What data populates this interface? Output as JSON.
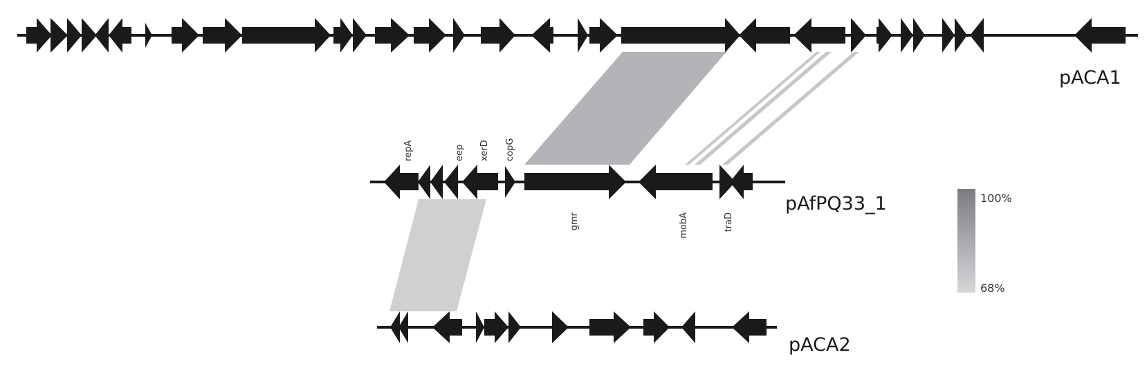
{
  "plasmids": {
    "pACA1": {
      "name": "pACA1"
    },
    "pAfPQ33_1": {
      "name": "pAfPQ33_1"
    },
    "pACA2": {
      "name": "pACA2"
    }
  },
  "genes": {
    "repA": "repA",
    "eep": "eep",
    "xerD": "xerD",
    "copG": "copG",
    "gmr": "gmr",
    "mobA": "mobA",
    "traD": "traD"
  },
  "legend": {
    "max": "100%",
    "min": "68%",
    "color_max": "#7a7c80",
    "color_min": "#d6d7d9"
  },
  "colors": {
    "gene": "#1a1a1a",
    "backbone": "#1a1a1a",
    "homology_high": "#b2b4b7",
    "homology_low": "#cfd0d2"
  }
}
